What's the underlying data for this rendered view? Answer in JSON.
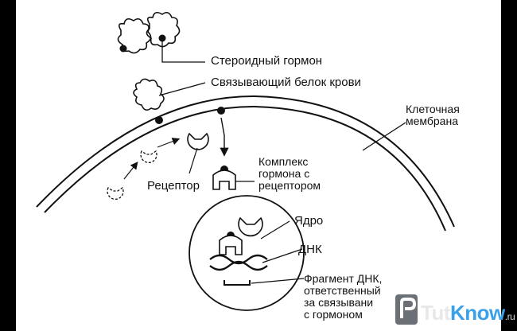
{
  "labels": {
    "steroid_hormone": "Стероидный гормон",
    "binding_protein": "Связывающий белок крови",
    "cell_membrane": [
      "Клеточная",
      "мембрана"
    ],
    "receptor": "Рецептор",
    "hormone_receptor_complex": [
      "Комплекс",
      "гормона с",
      "рецептором"
    ],
    "nucleus": "Ядро",
    "dna": "ДНК",
    "dna_fragment": [
      "Фрагмент ДНК,",
      "ответственный",
      "за связывани",
      "с гормоном"
    ]
  },
  "watermark": {
    "part1": "Tut",
    "part2": "Know",
    "tld": ".ru"
  },
  "colors": {
    "ink": "#111111",
    "frame": "#000000",
    "watermark_accent": "#3aa0e8"
  }
}
